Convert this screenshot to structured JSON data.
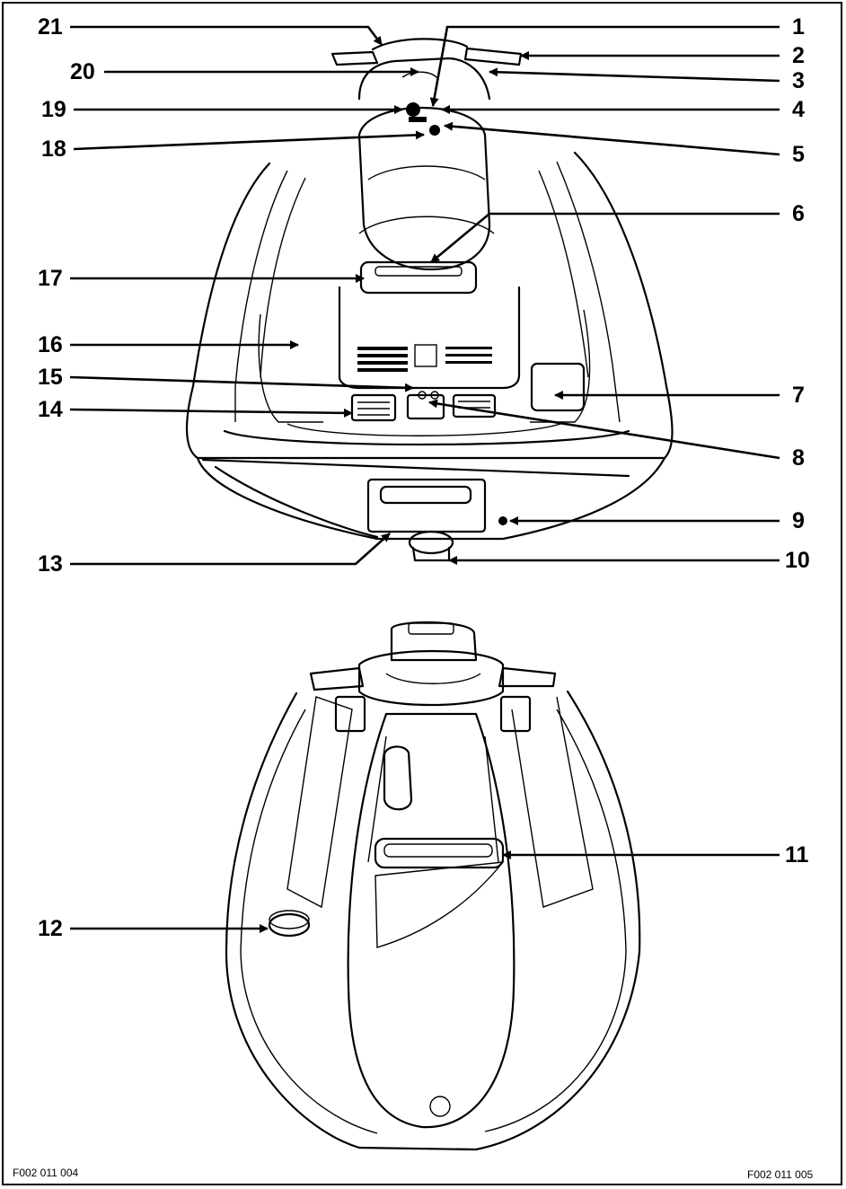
{
  "callouts": {
    "n1": "1",
    "n2": "2",
    "n3": "3",
    "n4": "4",
    "n5": "5",
    "n6": "6",
    "n7": "7",
    "n8": "8",
    "n9": "9",
    "n10": "10",
    "n11": "11",
    "n12": "12",
    "n13": "13",
    "n14": "14",
    "n15": "15",
    "n16": "16",
    "n17": "17",
    "n18": "18",
    "n19": "19",
    "n20": "20",
    "n21": "21"
  },
  "figure_codes": {
    "top": "F002 011 004",
    "bottom": "F002 011 005"
  }
}
